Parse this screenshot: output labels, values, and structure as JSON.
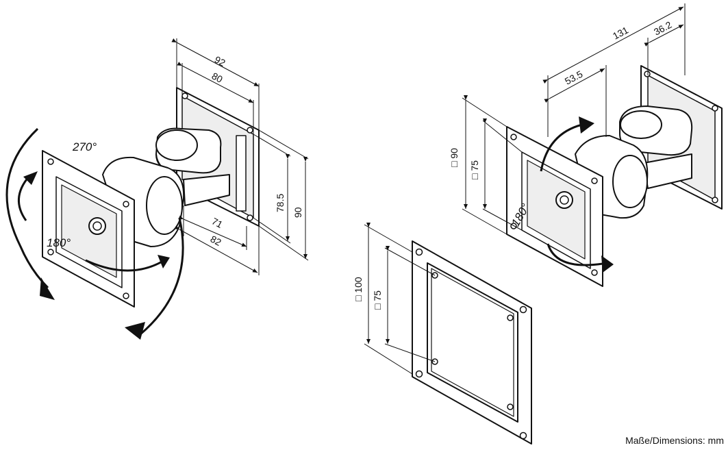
{
  "left_view": {
    "angles": {
      "swivel": "270°",
      "tilt": "180°"
    },
    "dims": {
      "w92": "92",
      "w80": "80",
      "h78": "78.5",
      "h90": "90",
      "d71": "71",
      "d82": "82"
    }
  },
  "right_view": {
    "angle": "180°",
    "dims": {
      "d131": "131",
      "d36": "36.2",
      "d53": "53.5",
      "sq90": "□ 90",
      "sq75": "□ 75"
    }
  },
  "adapter_plate": {
    "dims": {
      "sq100": "□ 100",
      "sq75": "□ 75"
    }
  },
  "caption": "Maße/Dimensions: mm",
  "colors": {
    "line": "#111111",
    "shade": "#dddddd",
    "fill": "#ffffff"
  }
}
